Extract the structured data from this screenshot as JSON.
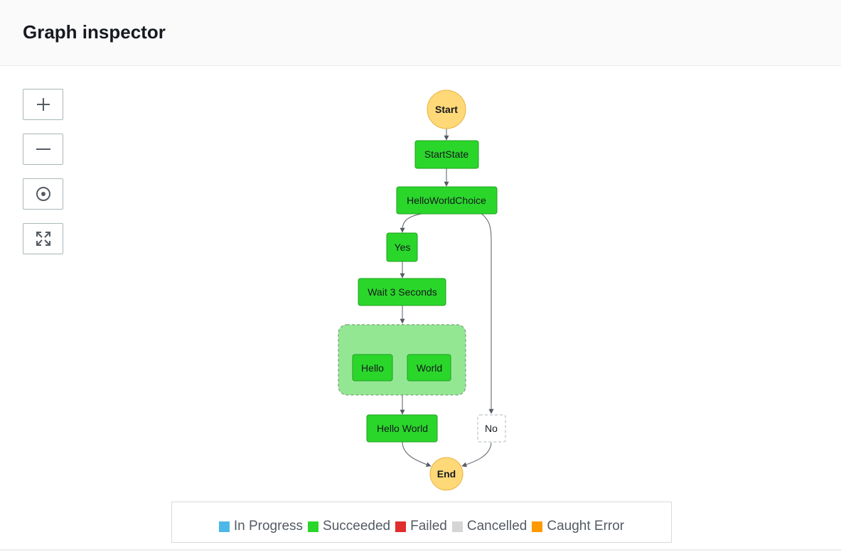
{
  "header": {
    "title": "Graph inspector"
  },
  "zoom_controls": [
    {
      "name": "zoom-in-button",
      "icon": "plus-icon"
    },
    {
      "name": "zoom-out-button",
      "icon": "minus-icon"
    },
    {
      "name": "center-button",
      "icon": "target-icon"
    },
    {
      "name": "fit-screen-button",
      "icon": "expand-arrows-icon"
    }
  ],
  "graph": {
    "nodes": {
      "start": "Start",
      "start_state": "StartState",
      "choice": "HelloWorldChoice",
      "yes": "Yes",
      "wait": "Wait 3 Seconds",
      "hello": "Hello",
      "world": "World",
      "hello_world": "Hello World",
      "no": "No",
      "end": "End"
    },
    "node_status": {
      "start_state": "Succeeded",
      "choice": "Succeeded",
      "yes": "Succeeded",
      "wait": "Succeeded",
      "parallel": "Succeeded",
      "hello": "Succeeded",
      "world": "Succeeded",
      "hello_world": "Succeeded",
      "no": "Not executed"
    }
  },
  "legend": [
    {
      "label": "In Progress",
      "color": "#4db8e8"
    },
    {
      "label": "Succeeded",
      "color": "#2bd62b"
    },
    {
      "label": "Failed",
      "color": "#e02d2d"
    },
    {
      "label": "Cancelled",
      "color": "#d5d5d5"
    },
    {
      "label": "Caught Error",
      "color": "#ff9900"
    }
  ],
  "colors": {
    "succeeded_fill": "#2bd62b",
    "succeeded_border": "#1ea01e",
    "parallel_fill": "#93e793",
    "terminal_fill": "#ffd978",
    "terminal_border": "#e8b13c",
    "edge": "#545b64"
  }
}
